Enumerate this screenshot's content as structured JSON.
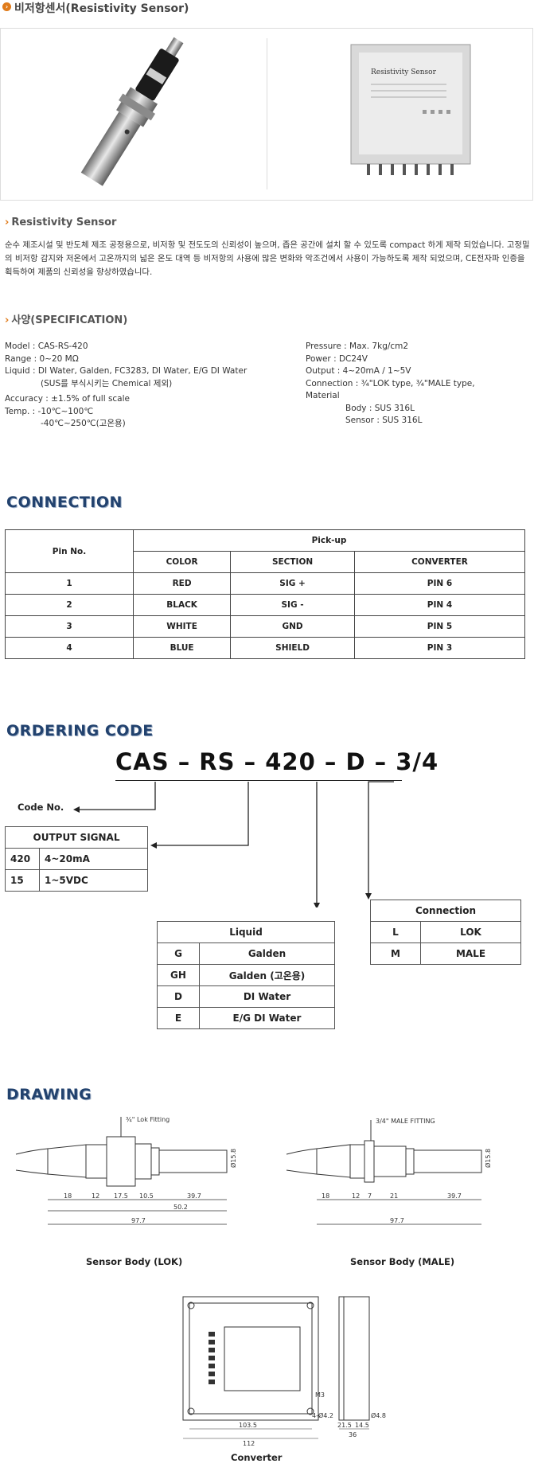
{
  "header": {
    "title": "비저항센서(Resistivity Sensor)"
  },
  "photos": {
    "right_label": "Resistivity Sensor"
  },
  "intro": {
    "heading": "Resistivity Sensor",
    "body": "순수 제조시설 및 반도체 제조 공정용으로, 비저항 및 전도도의 신뢰성이 높으며, 좁은 공간에 설치 할 수 있도록 compact 하게 제작 되었습니다. 고정밀의 비저항 감지와 저온에서 고온까지의 넓은 온도 대역 등 비저항의 사용에 많은 변화와 악조건에서 사용이 가능하도록 제작 되었으며, CE전자파 인증을 획득하여 제품의 신뢰성을 향상하였습니다."
  },
  "spec": {
    "heading": "사양(SPECIFICATION)",
    "left": [
      "Model : CAS-RS-420",
      "Range : 0~20 MΩ",
      "Liquid : DI Water, Galden, FC3283, DI Water, E/G DI Water",
      "(SUS를 부식시키는 Chemical 제외)",
      "Accuracy : ±1.5% of full scale",
      "Temp. : -10℃~100℃",
      "-40℃~250℃(고온용)"
    ],
    "right": [
      "Pressure : Max. 7kg/cm2",
      "Power : DC24V",
      "Output : 4~20mA / 1~5V",
      "Connection : ¾\"LOK type, ¾\"MALE type,",
      "Material",
      "Body : SUS 316L",
      "Sensor : SUS 316L"
    ]
  },
  "connection": {
    "heading": "CONNECTION",
    "pin_header": "Pin No.",
    "pickup_header": "Pick-up",
    "columns": [
      "COLOR",
      "SECTION",
      "CONVERTER"
    ],
    "rows": [
      [
        "1",
        "RED",
        "SIG +",
        "PIN 6"
      ],
      [
        "2",
        "BLACK",
        "SIG -",
        "PIN 4"
      ],
      [
        "3",
        "WHITE",
        "GND",
        "PIN 5"
      ],
      [
        "4",
        "BLUE",
        "SHIELD",
        "PIN 3"
      ]
    ]
  },
  "ordering": {
    "heading": "ORDERING CODE",
    "code": "CAS – RS – 420 – D – 3/4",
    "code_no_label": "Code No.",
    "output": {
      "title": "OUTPUT  SIGNAL",
      "rows": [
        [
          "420",
          "4~20mA"
        ],
        [
          "15",
          "1~5VDC"
        ]
      ]
    },
    "liquid": {
      "title": "Liquid",
      "rows": [
        [
          "G",
          "Galden"
        ],
        [
          "GH",
          "Galden (고온용)"
        ],
        [
          "D",
          "DI Water"
        ],
        [
          "E",
          "E/G DI Water"
        ]
      ]
    },
    "conn": {
      "title": "Connection",
      "rows": [
        [
          "L",
          "LOK"
        ],
        [
          "M",
          "MALE"
        ]
      ]
    }
  },
  "drawing": {
    "heading": "DRAWING",
    "lok_caption": "Sensor Body (LOK)",
    "male_caption": "Sensor Body (MALE)",
    "converter_caption": "Converter",
    "lok_label": "¾\" Lok Fitting",
    "male_label": "3/4\" MALE FITTING",
    "lok_dims": [
      "18",
      "12",
      "17.5",
      "10.5",
      "39.7",
      "50.2",
      "97.7",
      "Ø15.8"
    ],
    "male_dims": [
      "18",
      "12",
      "7",
      "21",
      "39.7",
      "97.7",
      "Ø15.8"
    ],
    "conv_dims": [
      "103.5",
      "112",
      "M3",
      "4-Ø4.2",
      "Ø4.8",
      "21.5",
      "14.5",
      "36"
    ]
  }
}
